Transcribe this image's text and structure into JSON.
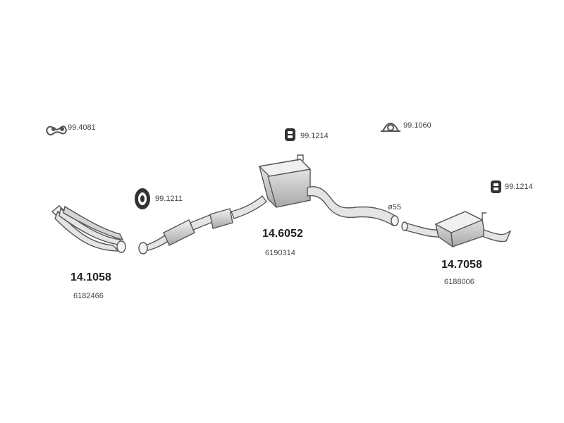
{
  "parts": [
    {
      "part_no": "14.1058",
      "oe_no": "6182466"
    },
    {
      "part_no": "14.6052",
      "oe_no": "6190314"
    },
    {
      "part_no": "14.7058",
      "oe_no": "6188006"
    }
  ],
  "accessories": [
    {
      "code": "99.4081",
      "icon": "clamp-icon"
    },
    {
      "code": "99.1214",
      "icon": "rubber-hanger-icon"
    },
    {
      "code": "99.1060",
      "icon": "u-bolt-clamp-icon"
    },
    {
      "code": "99.1211",
      "icon": "mounting-ring-icon"
    },
    {
      "code": "99.1214",
      "icon": "rubber-hanger-icon"
    }
  ],
  "annotations": {
    "diameter": "ø55"
  },
  "colors": {
    "line": "#555555",
    "fill": "#dddddd",
    "shade": "#bbbbbb"
  }
}
